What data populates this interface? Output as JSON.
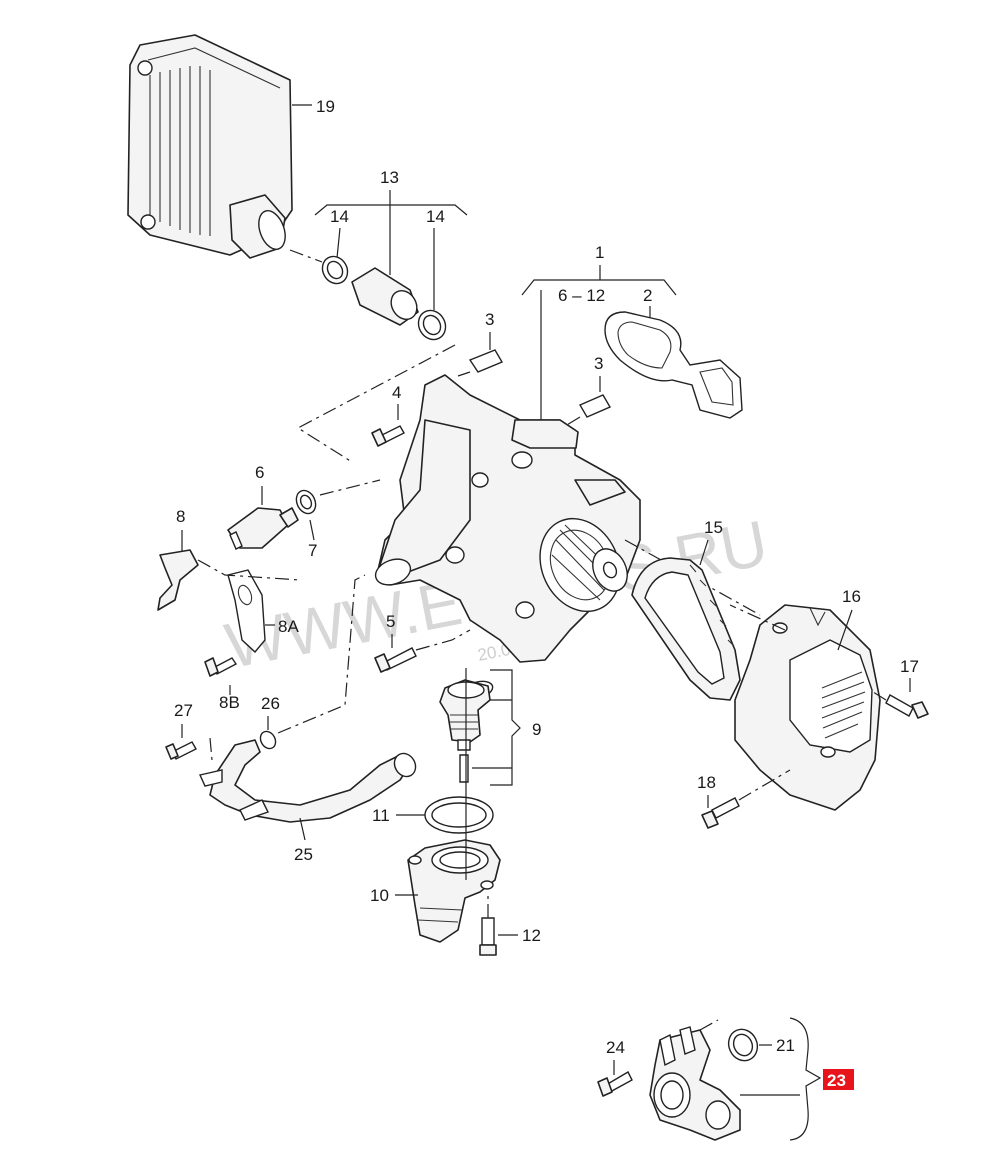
{
  "watermark": {
    "text": "WWW.ELCATS.RU",
    "date_fragment": "20.02"
  },
  "callouts": {
    "c1": "1",
    "c2": "2",
    "c3a": "3",
    "c3b": "3",
    "c4": "4",
    "c5": "5",
    "c6": "6",
    "c6_12": "6 – 12",
    "c7": "7",
    "c8": "8",
    "c8A": "8A",
    "c8B": "8B",
    "c9": "9",
    "c10": "10",
    "c11": "11",
    "c12": "12",
    "c13": "13",
    "c14a": "14",
    "c14b": "14",
    "c15": "15",
    "c16": "16",
    "c17": "17",
    "c18": "18",
    "c19": "19",
    "c21": "21",
    "c24": "24",
    "c25": "25",
    "c26": "26",
    "c27": "27"
  },
  "ref_badge": {
    "label": "23",
    "color": "#e8141c"
  },
  "icons": {
    "oil_cooler": "oil-cooler-icon",
    "water_pump": "water-pump-housing-icon",
    "thermostat": "thermostat-icon",
    "belt": "toothed-belt-icon",
    "belt_cover": "belt-cover-icon"
  }
}
